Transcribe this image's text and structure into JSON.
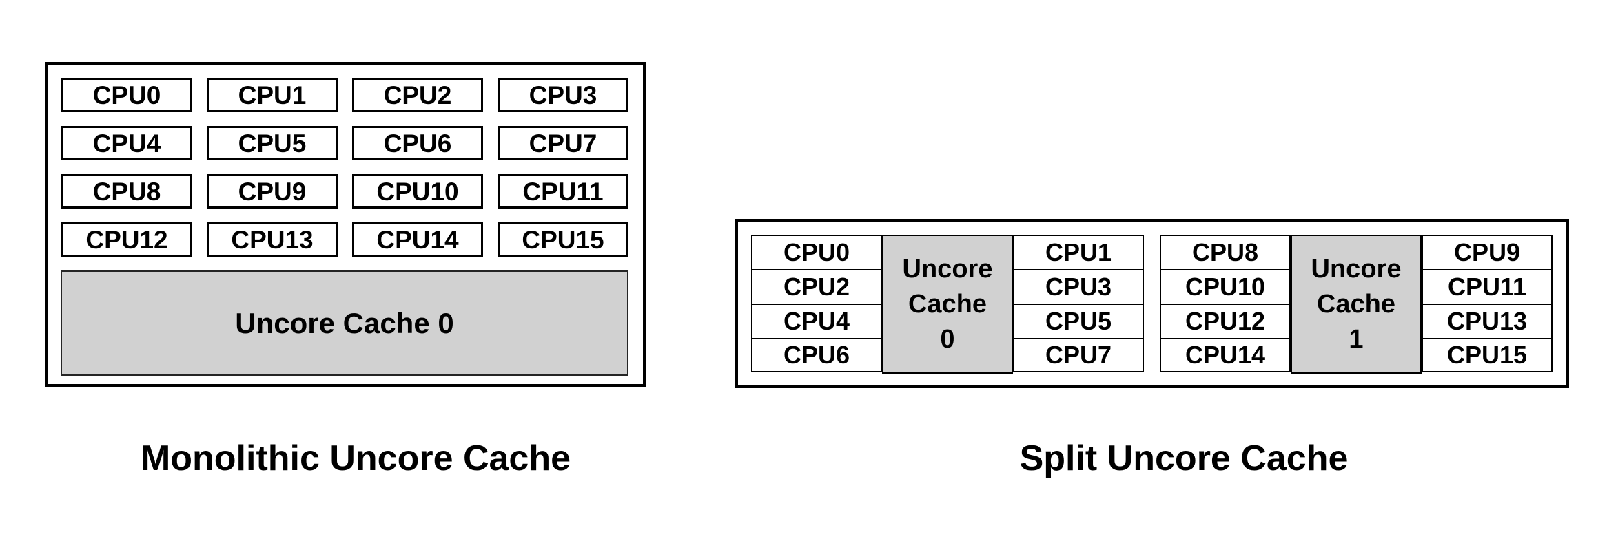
{
  "colors": {
    "background": "#ffffff",
    "border": "#000000",
    "cache_fill": "#d1d1d1",
    "text": "#000000"
  },
  "monolithic": {
    "caption": "Monolithic Uncore Cache",
    "cpus": [
      "CPU0",
      "CPU1",
      "CPU2",
      "CPU3",
      "CPU4",
      "CPU5",
      "CPU6",
      "CPU7",
      "CPU8",
      "CPU9",
      "CPU10",
      "CPU11",
      "CPU12",
      "CPU13",
      "CPU14",
      "CPU15"
    ],
    "cache_label": "Uncore Cache 0"
  },
  "split": {
    "caption": "Split Uncore Cache",
    "clusters": [
      {
        "left_cpus": [
          "CPU0",
          "CPU2",
          "CPU4",
          "CPU6"
        ],
        "cache_lines": [
          "Uncore",
          "Cache",
          "0"
        ],
        "right_cpus": [
          "CPU1",
          "CPU3",
          "CPU5",
          "CPU7"
        ]
      },
      {
        "left_cpus": [
          "CPU8",
          "CPU10",
          "CPU12",
          "CPU14"
        ],
        "cache_lines": [
          "Uncore",
          "Cache",
          "1"
        ],
        "right_cpus": [
          "CPU9",
          "CPU11",
          "CPU13",
          "CPU15"
        ]
      }
    ]
  }
}
